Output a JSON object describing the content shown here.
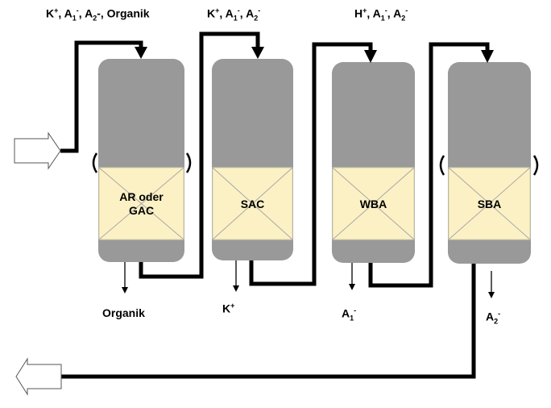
{
  "colors": {
    "column": "#999999",
    "resin": "#fcf1c4",
    "pipe": "#000000"
  },
  "top_labels": [
    {
      "k": "K",
      "ksup": "+",
      "a1": "A",
      "a1sub": "1",
      "a1sup": "-",
      "a2": "A",
      "a2sub": "2",
      "rest": "-, Organik"
    },
    {
      "k": "K",
      "ksup": "+",
      "a1": "A",
      "a1sub": "1",
      "a1sup": "-",
      "a2": "A",
      "a2sub": "2",
      "a2sup": "-"
    },
    {
      "k": "H",
      "ksup": "+",
      "a1": "A",
      "a1sub": "1",
      "a1sup": "-",
      "a2": "A",
      "a2sub": "2",
      "a2sup": "-"
    }
  ],
  "columns": [
    {
      "line1": "AR oder",
      "line2": "GAC",
      "optional": true
    },
    {
      "line1": "SAC",
      "optional": false
    },
    {
      "line1": "WBA",
      "optional": false
    },
    {
      "line1": "SBA",
      "optional": true
    }
  ],
  "outputs": [
    {
      "base": "Organik"
    },
    {
      "base": "K",
      "sup": "+"
    },
    {
      "base": "A",
      "sub": "1",
      "sup": "-"
    },
    {
      "base": "A",
      "sub": "2",
      "sup": "-"
    }
  ],
  "icons": {
    "inlet": "hollow-arrow-right-icon",
    "outlet": "hollow-arrow-left-icon"
  }
}
